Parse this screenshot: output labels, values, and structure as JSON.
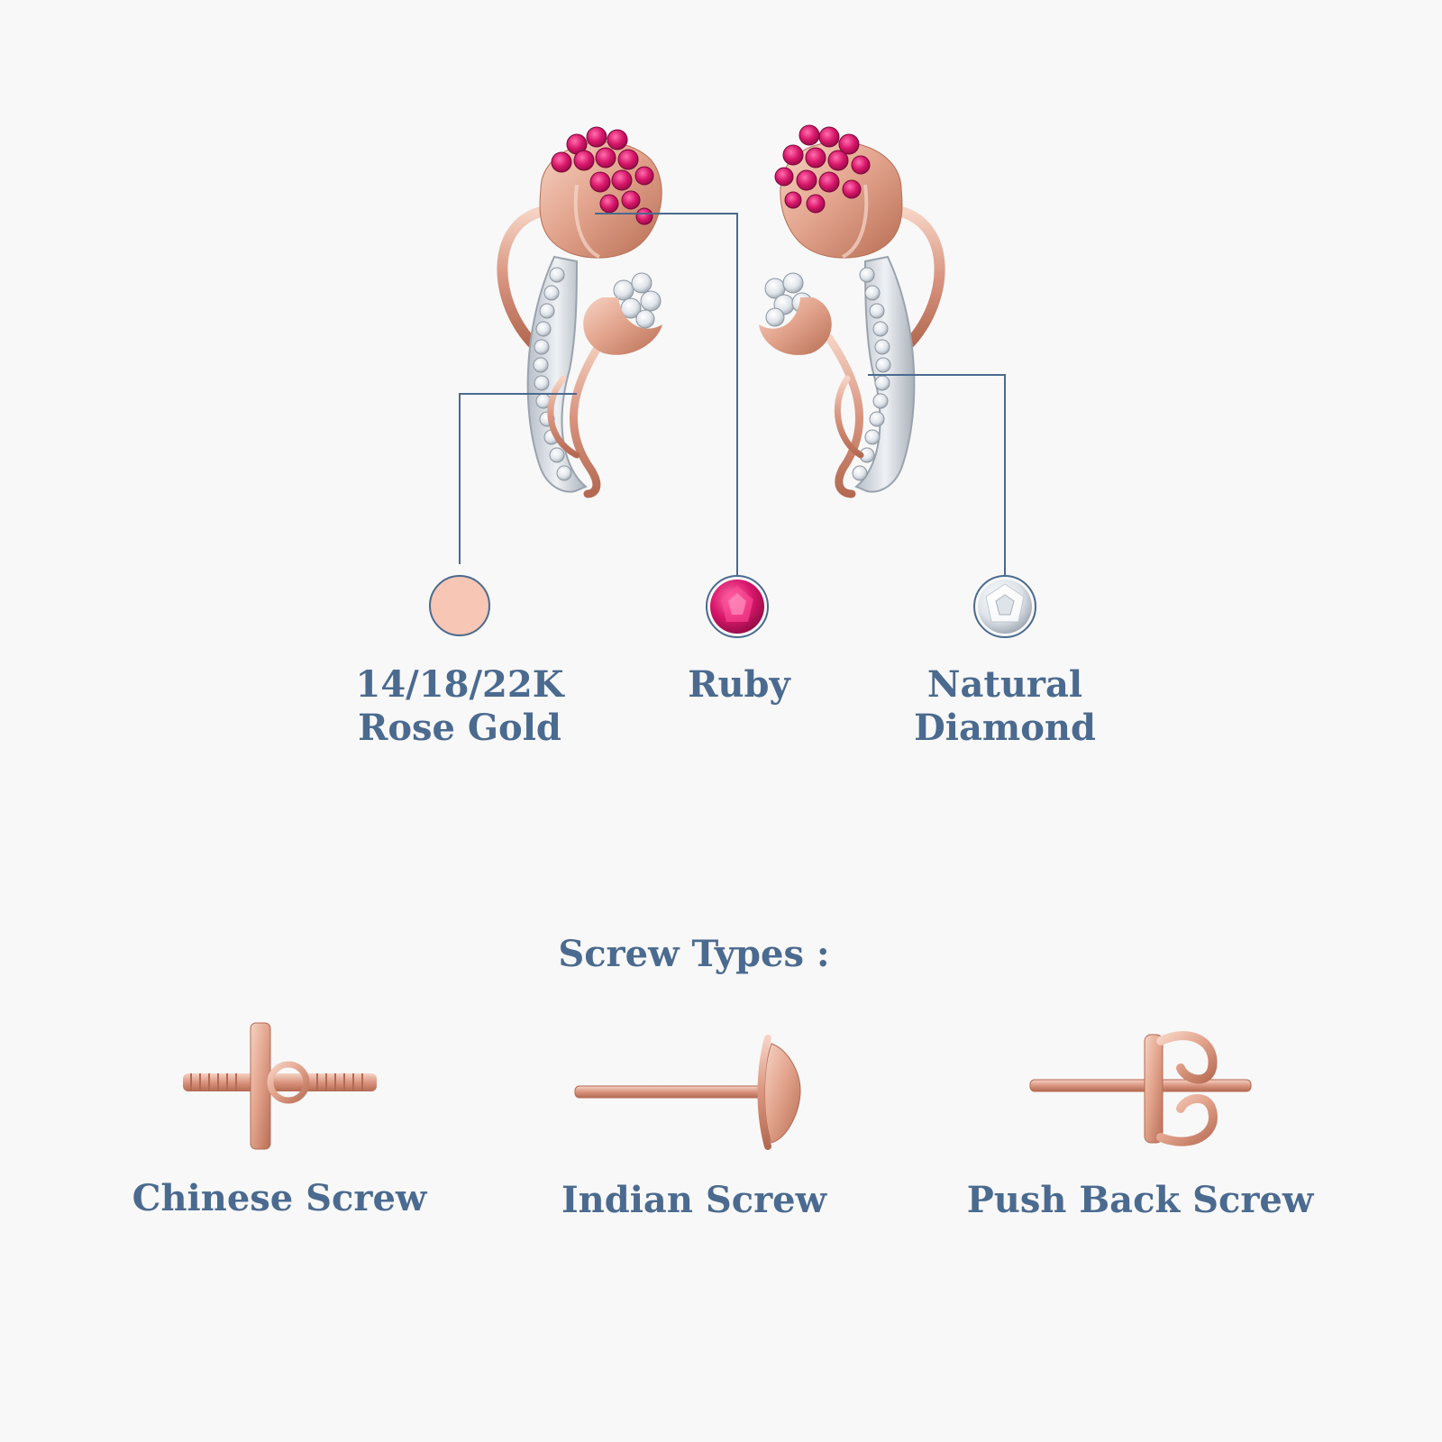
{
  "materials": [
    {
      "line1": "14/18/22K",
      "line2": "Rose Gold",
      "swatch": "#f7c6b4"
    },
    {
      "line1": "Ruby",
      "line2": "",
      "swatch": "#e0267a"
    },
    {
      "line1": "Natural",
      "line2": "Diamond",
      "swatch": "#ffffff"
    }
  ],
  "screw_section": {
    "title": "Screw Types :",
    "types": [
      {
        "label": "Chinese Screw",
        "icon": "chinese-screw-icon"
      },
      {
        "label": "Indian Screw",
        "icon": "indian-screw-icon"
      },
      {
        "label": "Push Back Screw",
        "icon": "push-back-screw-icon"
      }
    ]
  },
  "colors": {
    "text": "#4b6a8f",
    "connector": "#4b6a8f",
    "rose_gold": "#e7ad97",
    "ruby": "#d81b6a",
    "diamond": "#e9edf2",
    "background": "#f8f8f8"
  }
}
